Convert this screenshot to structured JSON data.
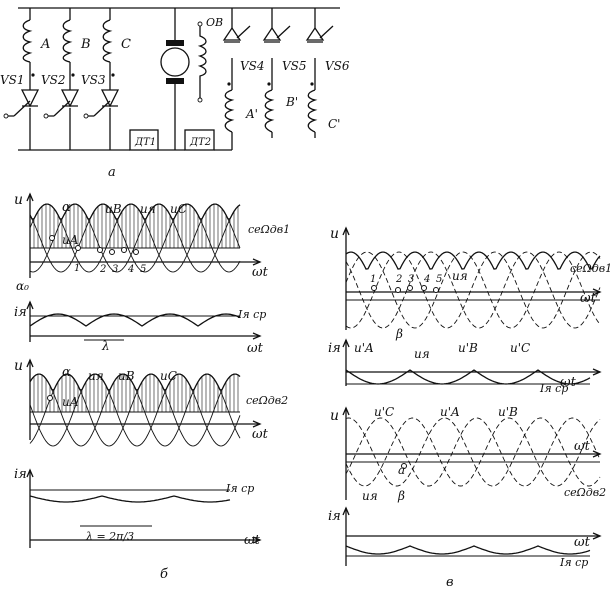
{
  "circuit": {
    "phases": [
      "A",
      "B",
      "C"
    ],
    "left_thyristors": [
      "VS1",
      "VS2",
      "VS3"
    ],
    "right_thyristors": [
      "VS4",
      "VS5",
      "VS6"
    ],
    "right_windings": [
      "A'",
      "B'",
      "C'"
    ],
    "field_winding": "ОВ",
    "sensors": [
      "ДТ1",
      "ДТ2"
    ],
    "caption": "а"
  },
  "labels": {
    "u": "u",
    "wt": "ωt",
    "i_ya": "iя",
    "I_cp": "Iя ср",
    "alpha": "α",
    "alpha0": "α₀",
    "beta": "β",
    "lambda": "λ",
    "lambda_full": "λ = 2π/3",
    "uA": "uA",
    "uB": "uB",
    "uC": "uC",
    "uYa": "uя",
    "uA_p": "u'A",
    "uB_p": "u'B",
    "uC_p": "u'C",
    "emf1": "ceΩдв1",
    "emf2": "ceΩдв2",
    "points": [
      "1",
      "2",
      "3",
      "4",
      "5"
    ],
    "point_a": "a",
    "caption_b": "б",
    "caption_v": "в"
  },
  "colors": {
    "ink": "#111111",
    "paper": "#ffffff"
  }
}
